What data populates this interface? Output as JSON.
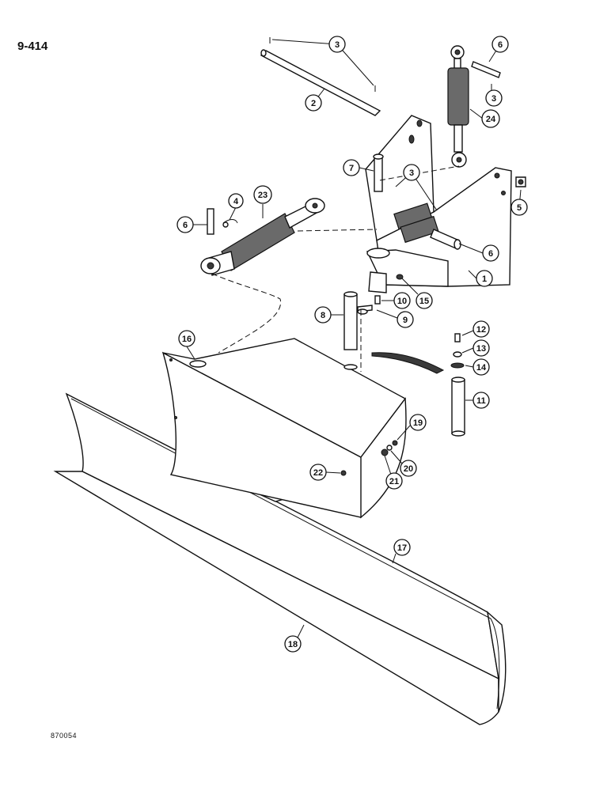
{
  "page": {
    "number": "9-414",
    "drawing_code": "870054"
  },
  "callouts": [
    {
      "id": "c3a",
      "label": "3",
      "part": "cotter-pin"
    },
    {
      "id": "c2",
      "label": "2",
      "part": "pivot-pin"
    },
    {
      "id": "c6a",
      "label": "6",
      "part": "pin"
    },
    {
      "id": "c3b",
      "label": "3",
      "part": "cotter-pin"
    },
    {
      "id": "c24",
      "label": "24",
      "part": "lift-cylinder"
    },
    {
      "id": "c7",
      "label": "7",
      "part": "pin"
    },
    {
      "id": "c3c",
      "label": "3",
      "part": "cotter-pin"
    },
    {
      "id": "c5",
      "label": "5",
      "part": "washer"
    },
    {
      "id": "c23",
      "label": "23",
      "part": "angle-cylinder"
    },
    {
      "id": "c4",
      "label": "4",
      "part": "clip"
    },
    {
      "id": "c6b",
      "label": "6",
      "part": "pin"
    },
    {
      "id": "c6c",
      "label": "6",
      "part": "pin"
    },
    {
      "id": "c1",
      "label": "1",
      "part": "frame"
    },
    {
      "id": "c15",
      "label": "15",
      "part": "grease-fitting"
    },
    {
      "id": "c10",
      "label": "10",
      "part": "bolt"
    },
    {
      "id": "c8",
      "label": "8",
      "part": "pivot-pin"
    },
    {
      "id": "c9",
      "label": "9",
      "part": "retainer"
    },
    {
      "id": "c12",
      "label": "12",
      "part": "bolt"
    },
    {
      "id": "c13",
      "label": "13",
      "part": "lockwasher"
    },
    {
      "id": "c14",
      "label": "14",
      "part": "washer"
    },
    {
      "id": "c11",
      "label": "11",
      "part": "pin"
    },
    {
      "id": "c16",
      "label": "16",
      "part": "grease-fitting"
    },
    {
      "id": "c19",
      "label": "19",
      "part": "bolt"
    },
    {
      "id": "c20",
      "label": "20",
      "part": "washer"
    },
    {
      "id": "c21",
      "label": "21",
      "part": "nut"
    },
    {
      "id": "c22",
      "label": "22",
      "part": "plug"
    },
    {
      "id": "c17",
      "label": "17",
      "part": "blade"
    },
    {
      "id": "c18",
      "label": "18",
      "part": "cutting-edge"
    }
  ]
}
